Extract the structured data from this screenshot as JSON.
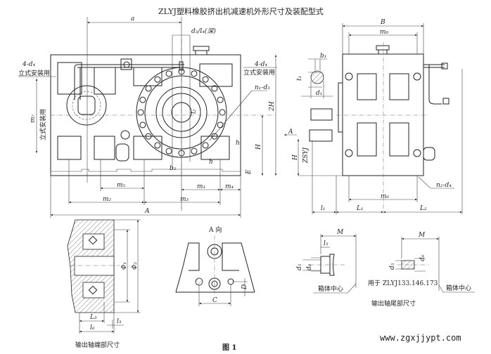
{
  "title": "ZLYJ塑料橡胶挤出机减速机外形尺寸及装配型式",
  "front": {
    "a": "a",
    "d2l4": "d₂/l₄(深)",
    "d4_left": "4-d₄",
    "mount_left": "立式安装用",
    "d4_right": "4-d₄",
    "mount_right": "立式安装用",
    "n1d3": "n₁-d₃",
    "l2": "l₂",
    "H2": "2H",
    "H": "H",
    "m7": "m₇",
    "mount_vertical": "立式安装用",
    "h1": "h",
    "h2": "h",
    "b2": "b₂",
    "E": "E",
    "m5": "m₅",
    "m1": "m₁",
    "m4": "m₄",
    "m2": "m₂",
    "m3": "m₃",
    "A": "A"
  },
  "side": {
    "B": "B",
    "m8": "m₈",
    "b1": "b₁",
    "t1": "t₁",
    "d1": "d₁",
    "A_arrow": "A",
    "H": "H",
    "zsyj": "ZSYJ",
    "m6": "m₆",
    "n2d4": "n₂-d₄",
    "l1": "l₁",
    "L1": "L₁",
    "L2": "L₂"
  },
  "output_end": {
    "phi1": "Φ₁",
    "phi2": "Φ₂",
    "L3": "L₃",
    "l6": "l₆",
    "l3": "l₃",
    "caption": "输出轴端部尺寸"
  },
  "a_view": {
    "label": "A 向",
    "C": "C",
    "D": "D"
  },
  "figure_label": "图 1",
  "tail": {
    "M1": "M",
    "l5": "l₅",
    "d5a": "d₅",
    "d6a": "d₆",
    "center1": "箱体中心",
    "M2": "M",
    "d5b": "d₅",
    "d6b": "d₆",
    "note": "用于 ZLYJ133.146.173",
    "center2": "箱体中心",
    "caption": "输出轴尾部尺寸"
  },
  "watermark": "www.zgxjjypt.com"
}
